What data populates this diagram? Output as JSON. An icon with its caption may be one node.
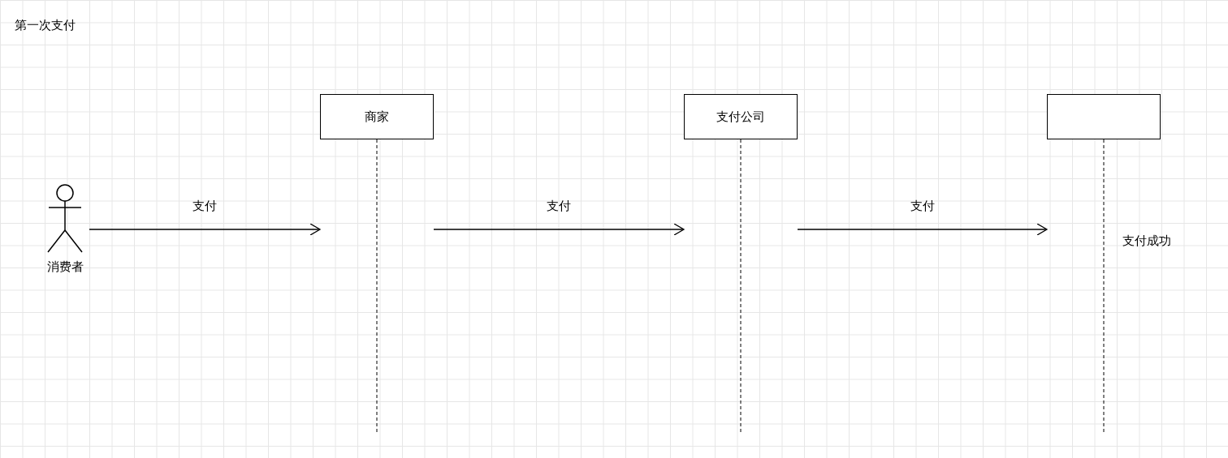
{
  "diagram": {
    "title": "第一次支付",
    "nodes": [
      {
        "text": [
          "消费者"
        ]
      },
      {
        "text": [
          "商家"
        ]
      },
      {
        "text": [
          "支付公司"
        ]
      },
      {
        "text": [],
        "shape": "box"
      }
    ],
    "edges": [
      {
        "from": 0,
        "to": 1,
        "arrow": "to",
        "label": "支付"
      },
      {
        "from": 1,
        "to": 2,
        "arrow": "to",
        "label": "支付"
      },
      {
        "from": 2,
        "to": 3,
        "arrow": "to",
        "label": "支付"
      }
    ],
    "labels": [
      "支付成功"
    ]
  }
}
